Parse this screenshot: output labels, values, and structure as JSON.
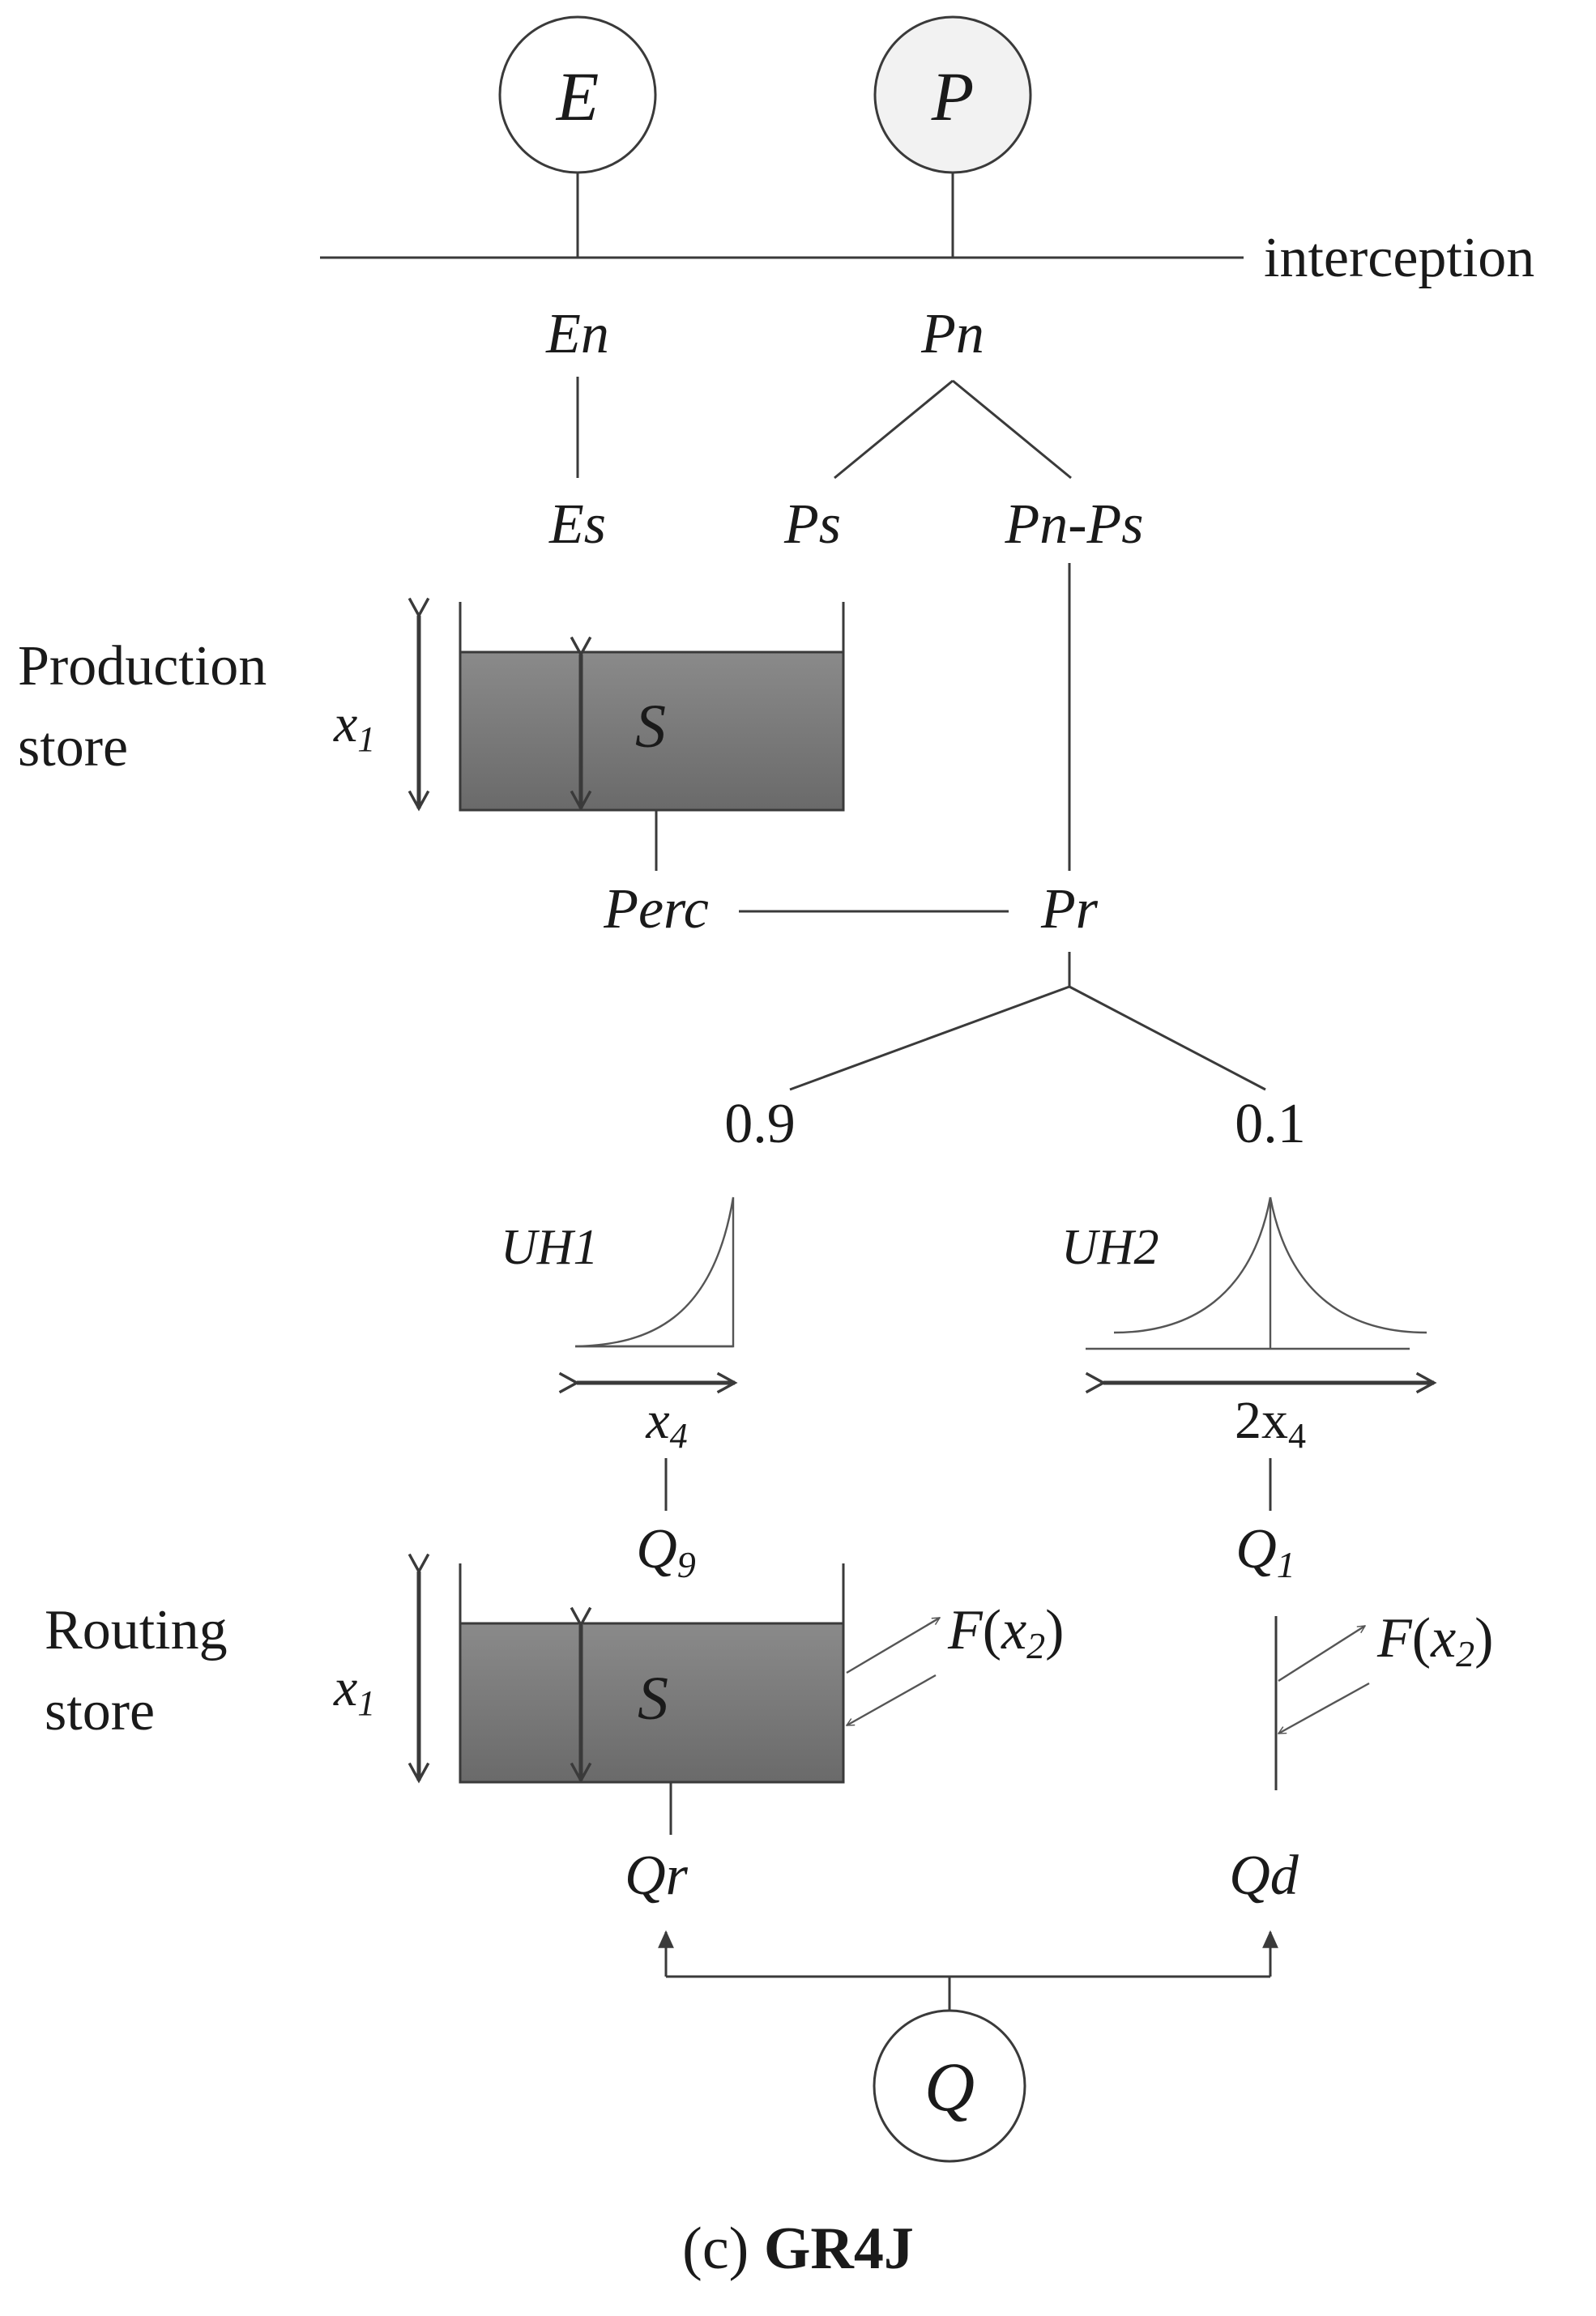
{
  "colors": {
    "line": "#3a3a3a",
    "water": "#7a7a7a",
    "water_dark": "#6a6a6a",
    "node_fill": "#f2f2f2",
    "node_fill_white": "#ffffff"
  },
  "inputs": {
    "E": "E",
    "P": "P",
    "Q": "Q"
  },
  "interception": "interception",
  "net": {
    "En": "En",
    "Pn": "Pn",
    "Es": "Es",
    "Ps": "Ps",
    "PnPs": "Pn-Ps"
  },
  "production_store": {
    "label_line1": "Production",
    "label_line2": "store",
    "x_label": "x",
    "x_sub": "1",
    "S": "S"
  },
  "perc": "Perc",
  "pr": "Pr",
  "split": {
    "left": "0.9",
    "right": "0.1"
  },
  "uh1": {
    "label": "UH1",
    "base": "x",
    "base_sub": "4"
  },
  "uh2": {
    "label": "UH2",
    "base": "2x",
    "base_sub": "4"
  },
  "flows": {
    "Q9": "Q",
    "Q9_sub": "9",
    "Q1": "Q",
    "Q1_sub": "1"
  },
  "exchange": {
    "F": "F",
    "open": "(",
    "x": "x",
    "sub": "2",
    "close": ")"
  },
  "routing_store": {
    "label_line1": "Routing",
    "label_line2": "store",
    "x_label": "x",
    "x_sub": "1",
    "S": "S"
  },
  "outputs": {
    "Qr": "Qr",
    "Qd": "Qd"
  },
  "caption": {
    "prefix": "(c) ",
    "model": "GR4J"
  }
}
